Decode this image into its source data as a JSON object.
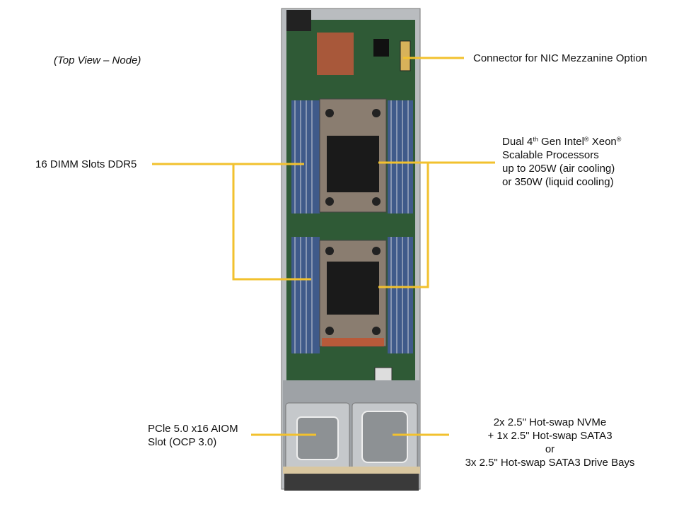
{
  "view_caption": "(Top View – Node)",
  "callouts": {
    "nic": "Connector for NIC Mezzanine  Option",
    "dimm": "16 DIMM Slots DDR5",
    "cpu": {
      "line1_a": "Dual 4",
      "line1_sup": "th",
      "line1_b": " Gen Intel",
      "line1_reg1": "®",
      "line1_c": "  Xeon",
      "line1_reg2": "®",
      "line2": "Scalable Processors",
      "line3": "up to 205W (air cooling)",
      "line4": "or 350W (liquid cooling)"
    },
    "aiom": {
      "line1": "PCle 5.0 x16 AIOM",
      "line2": "Slot (OCP 3.0)"
    },
    "drives": {
      "line1": "2x 2.5\" Hot-swap NVMe",
      "line2": "+ 1x 2.5\" Hot-swap SATA3",
      "line3": "or",
      "line4": "3x 2.5\" Hot-swap SATA3 Drive Bays"
    }
  },
  "colors": {
    "leader_line": "#f2c12e",
    "pcb": "#2f5a36",
    "chassis": "#b9bcbf"
  }
}
